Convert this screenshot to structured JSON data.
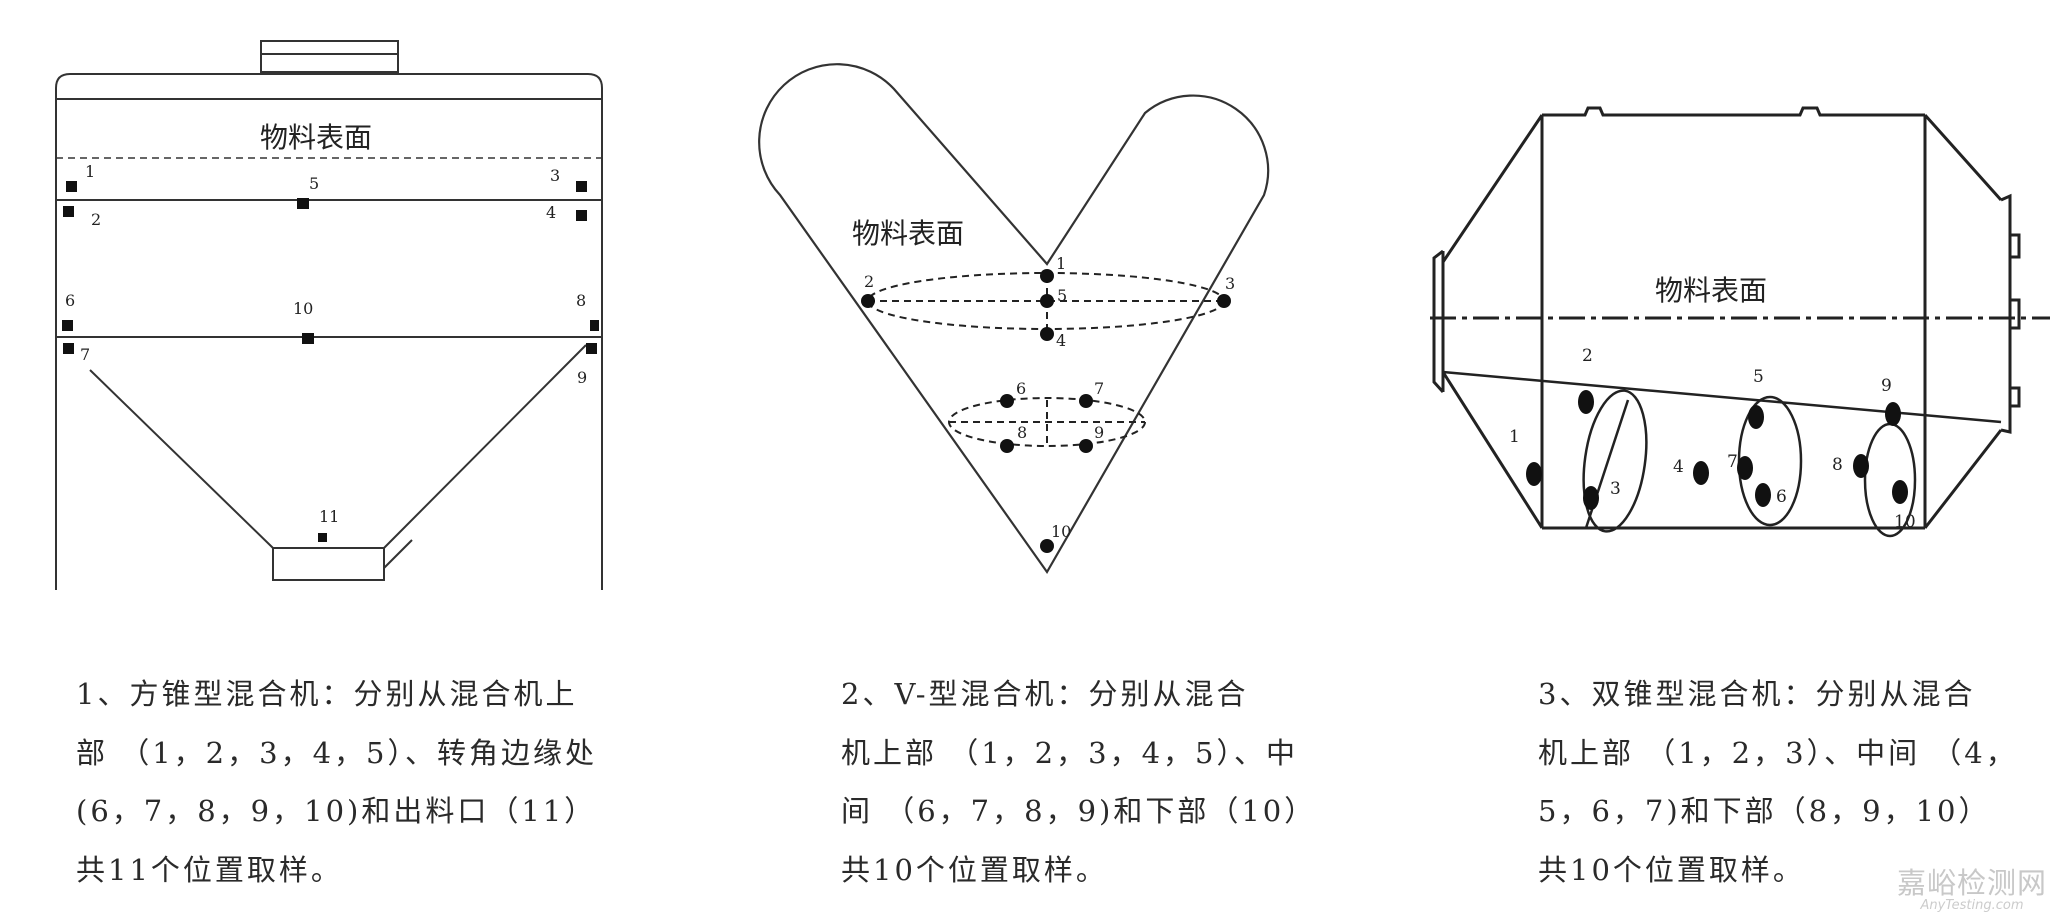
{
  "panels": [
    {
      "surface_label": "物料表面",
      "points": [
        "1",
        "2",
        "3",
        "4",
        "5",
        "6",
        "7",
        "8",
        "9",
        "10",
        "11"
      ],
      "caption": [
        "1、方锥型混合机：分别从混合机上",
        "部 （1，2，3，4，5）、转角边缘处",
        "(6，7，8，9，10)和出料口（11）",
        "共11个位置取样。"
      ]
    },
    {
      "surface_label": "物料表面",
      "points": [
        "1",
        "2",
        "3",
        "4",
        "5",
        "6",
        "7",
        "8",
        "9",
        "10"
      ],
      "caption": [
        "2、V-型混合机：分别从混合",
        "机上部 （1，2，3，4，5）、中",
        "间 （6，7，8，9)和下部（10）",
        "共10个位置取样。"
      ]
    },
    {
      "surface_label": "物料表面",
      "points": [
        "1",
        "2",
        "3",
        "4",
        "5",
        "6",
        "7",
        "8",
        "9",
        "10"
      ],
      "caption": [
        "3、双锥型混合机：分别从混合",
        "机上部 （1，2，3）、中间 （4，",
        "5，6，7)和下部（8，9，10）",
        "共10个位置取样。"
      ]
    }
  ],
  "watermark": {
    "cn": "嘉峪检测网",
    "en": "AnyTesting.com"
  }
}
